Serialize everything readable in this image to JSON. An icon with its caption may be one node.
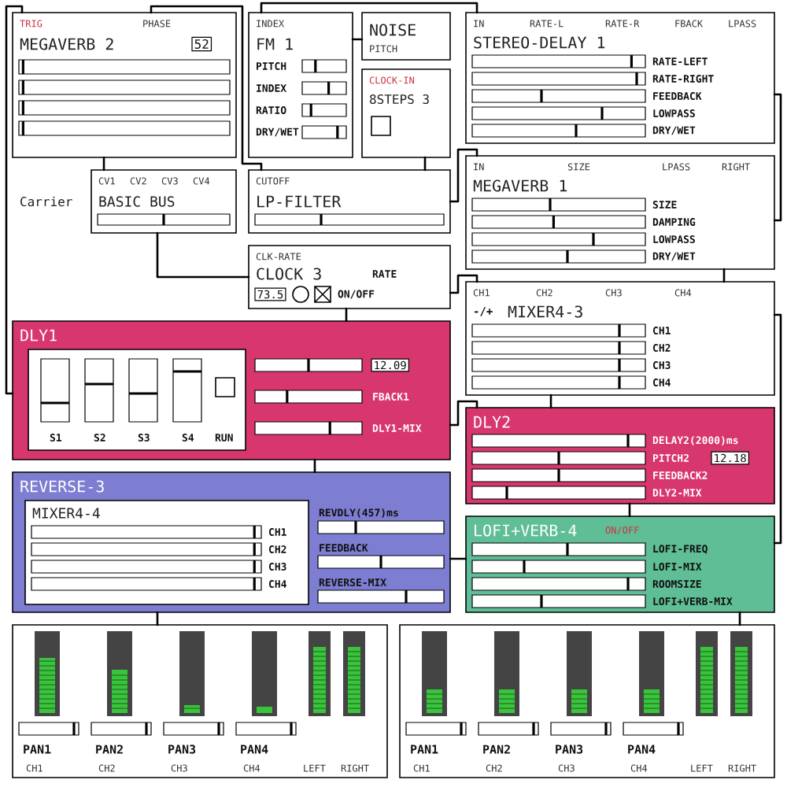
{
  "diagram": {
    "nodes": [
      {
        "text": [
          "TRIG",
          "PHASE",
          "MEGAVERB 2",
          "52"
        ]
      },
      {
        "text": [
          "INDEX",
          "FM 1",
          "PITCH",
          "INDEX",
          "RATIO",
          "DRY/WET"
        ]
      },
      {
        "text": [
          "NOISE",
          "PITCH"
        ]
      },
      {
        "text": [
          "CLOCK-IN",
          "8STEPS 3"
        ]
      },
      {
        "text": [
          "IN",
          "RATE-L",
          "RATE-R",
          "FBACK",
          "LPASS",
          "STEREO-DELAY 1",
          "RATE-LEFT",
          "RATE-RIGHT",
          "FEEDBACK",
          "LOWPASS",
          "DRY/WET"
        ]
      },
      {
        "text": [
          "CV1",
          "CV2",
          "CV3",
          "CV4",
          "BASIC BUS"
        ]
      },
      {
        "text": [
          "CUTOFF",
          "LP-FILTER"
        ]
      },
      {
        "text": [
          "IN",
          "SIZE",
          "LPASS",
          "RIGHT",
          "MEGAVERB 1",
          "SIZE",
          "DAMPING",
          "LOWPASS",
          "DRY/WET"
        ]
      },
      {
        "text": [
          "CLK-RATE",
          "CLOCK 3",
          "RATE",
          "73.5",
          "ON/OFF"
        ]
      },
      {
        "text": [
          "CH1",
          "CH2",
          "CH3",
          "CH4",
          "-/+",
          "MIXER4-3",
          "CH1",
          "CH2",
          "CH3",
          "CH4"
        ]
      },
      {
        "text": [
          "DLY1",
          "12.09",
          "FBACK1",
          "DLY1-MIX"
        ]
      },
      {
        "text": [
          "S1",
          "S2",
          "S3",
          "S4",
          "RUN"
        ],
        "in": 10
      },
      {
        "text": [
          "DLY2",
          "DELAY2(2000)ms",
          "PITCH2",
          "12.18",
          "FEEDBACK2",
          "DLY2-MIX"
        ]
      },
      {
        "text": [
          "REVERSE-3",
          "REVDLY(457)ms",
          "FEEDBACK",
          "REVERSE-MIX"
        ]
      },
      {
        "text": [
          "MIXER4-4",
          "CH1",
          "CH2",
          "CH3",
          "CH4"
        ],
        "in": 13
      },
      {
        "text": [
          "LOFI+VERB-4",
          "ON/OFF",
          "LOFI-FREQ",
          "LOFI-MIX",
          "ROOMSIZE",
          "LOFI+VERB-MIX"
        ]
      },
      {
        "text": [
          "PAN1",
          "PAN2",
          "PAN3",
          "PAN4",
          "CH1",
          "CH2",
          "CH3",
          "CH4",
          "LEFT",
          "RIGHT"
        ]
      },
      {
        "text": [
          "PAN1",
          "PAN2",
          "PAN3",
          "PAN4",
          "CH1",
          "CH2",
          "CH3",
          "CH4",
          "LEFT",
          "RIGHT"
        ]
      }
    ],
    "edges": [
      {
        "from": 0,
        "to": 10,
        "arrow": "none"
      },
      {
        "from": 0,
        "to": 6,
        "arrow": "none"
      },
      {
        "from": 1,
        "to": 4,
        "arrow": "none"
      },
      {
        "from": 3,
        "to": 6,
        "arrow": "none"
      },
      {
        "from": 5,
        "to": 8,
        "arrow": "none"
      },
      {
        "from": 6,
        "to": 7,
        "arrow": "none"
      },
      {
        "from": 8,
        "to": 9,
        "arrow": "none"
      },
      {
        "from": 10,
        "to": 12,
        "arrow": "none"
      },
      {
        "from": 9,
        "to": 15,
        "arrow": "none"
      },
      {
        "from": 4,
        "to": 7,
        "arrow": "none"
      },
      {
        "from": 15,
        "to": 17,
        "arrow": "none"
      },
      {
        "from": 13,
        "to": 16,
        "arrow": "none"
      },
      {
        "from": 13,
        "to": 15,
        "arrow": "none"
      },
      {
        "from": 12,
        "to": 15,
        "arrow": "none"
      },
      {
        "from": 10,
        "to": 13,
        "arrow": "none"
      },
      {
        "from": 9,
        "to": 12,
        "arrow": "none"
      },
      {
        "from": 0,
        "to": 5,
        "arrow": "none"
      },
      {
        "from": 2,
        "to": 1,
        "arrow": "none"
      },
      {
        "from": 7,
        "to": 9,
        "arrow": "none"
      },
      {
        "from": 8,
        "to": 10,
        "arrow": "none"
      }
    ],
    "labels": [
      "Carrier"
    ]
  }
}
